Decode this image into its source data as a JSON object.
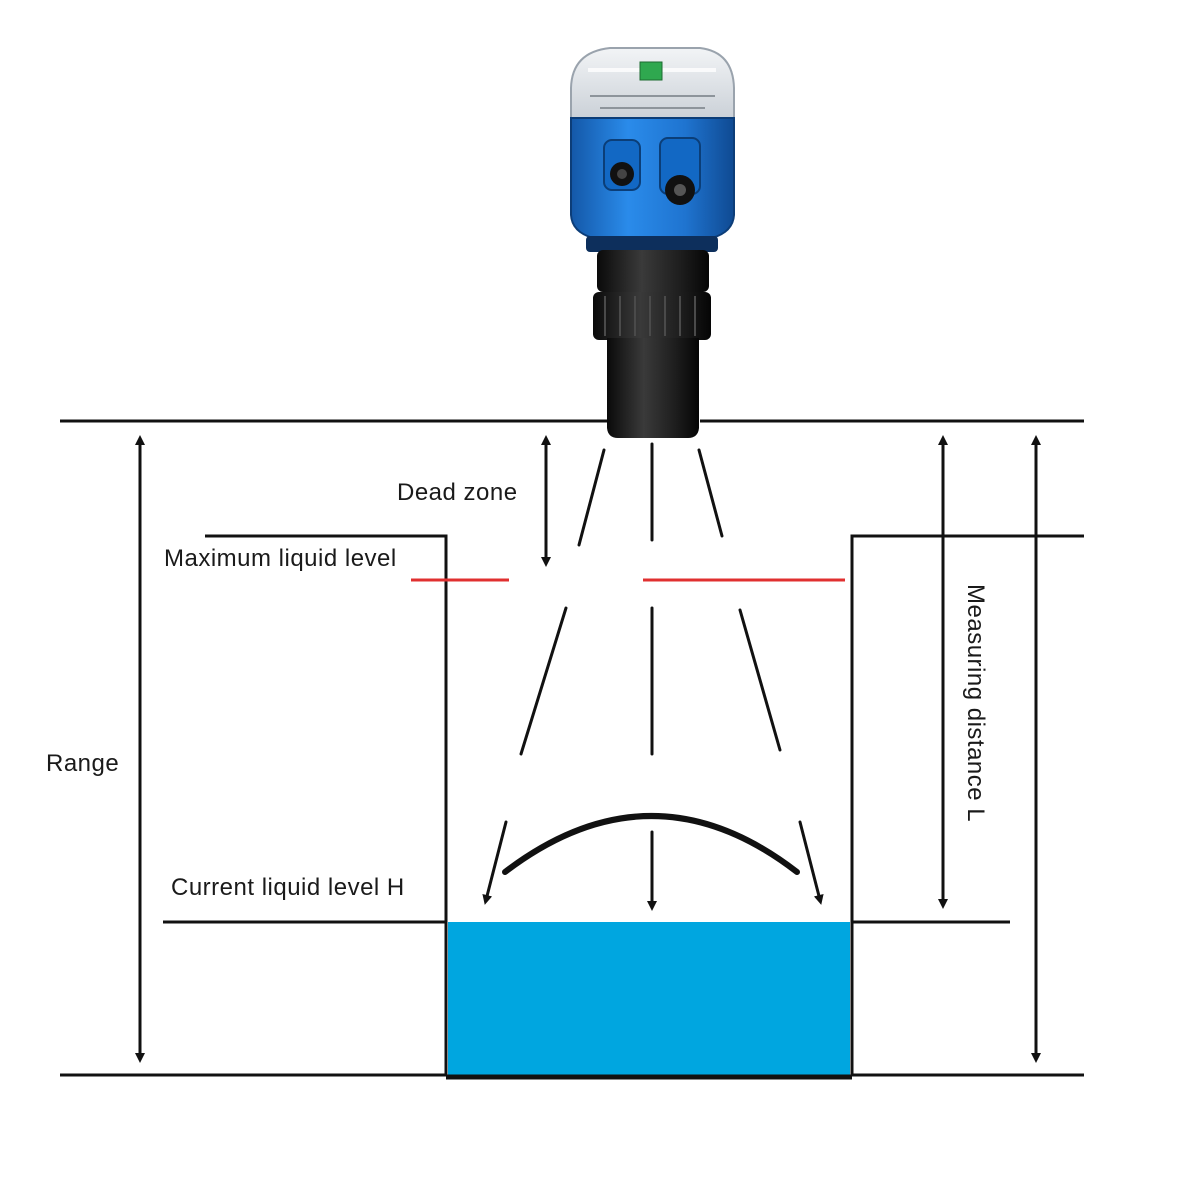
{
  "labels": {
    "dead_zone": "Dead zone",
    "maximum_liquid_level": "Maximum liquid level",
    "range": "Range",
    "current_liquid_level": "Current liquid level H",
    "measuring_distance": "Measuring distance L"
  },
  "colors": {
    "line": "#111111",
    "max_level_line": "#e03030",
    "liquid": "#00a6e0",
    "sensor_body": "#1e78d6",
    "sensor_dark": "#1a1a1a"
  },
  "icons": {
    "sensor": "ultrasonic-level-sensor-icon"
  }
}
